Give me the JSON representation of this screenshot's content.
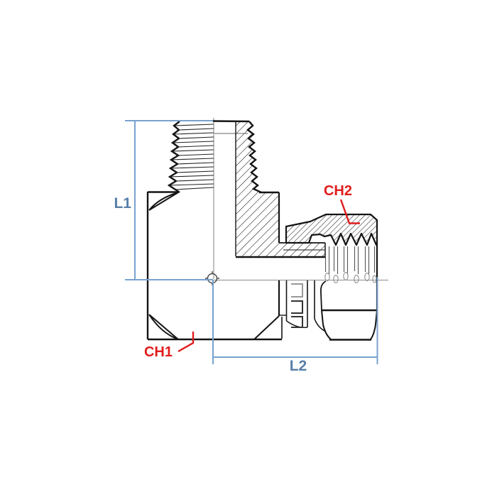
{
  "drawing": {
    "description": "Half-section technical drawing of a 90-degree elbow hydraulic adapter fitting with male taper thread (top) and female swivel nut (right)",
    "dimension_labels": {
      "l1": "L1",
      "l2": "L2"
    },
    "chamfer_labels": {
      "ch1": "CH1",
      "ch2": "CH2"
    },
    "colors": {
      "outline": "#141414",
      "dimension_line": "#78a2cf",
      "dimension_text": "#577fa8",
      "annotation_red": "#e11c1c",
      "centerline_gray": "#8c8c8c",
      "background": "#ffffff"
    }
  }
}
